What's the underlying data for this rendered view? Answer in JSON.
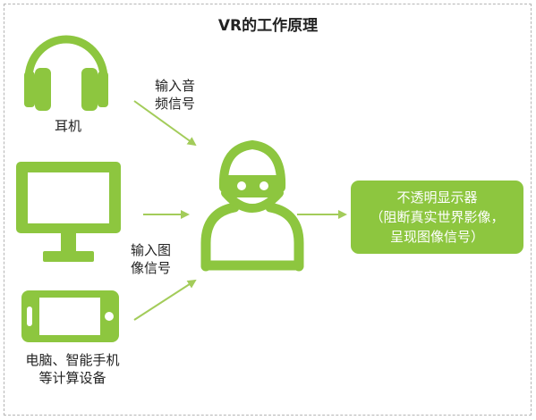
{
  "title": "VR的工作原理",
  "colors": {
    "accent": "#8dc63f",
    "arrow": "#a3cc5a",
    "text": "#222222",
    "border": "#b5b5b5"
  },
  "icons": [
    "headphones-icon",
    "monitor-icon",
    "phone-icon",
    "vr-user-icon"
  ],
  "labels": {
    "headphones": "耳机",
    "audio_line1": "输入音",
    "audio_line2": "频信号",
    "image_line1": "输入图",
    "image_line2": "像信号",
    "devices_line1": "电脑、智能手机",
    "devices_line2": "等计算设备"
  },
  "display": {
    "line1": "不透明显示器",
    "line2": "（阻断真实世界影像，",
    "line3": "呈现图像信号）"
  }
}
